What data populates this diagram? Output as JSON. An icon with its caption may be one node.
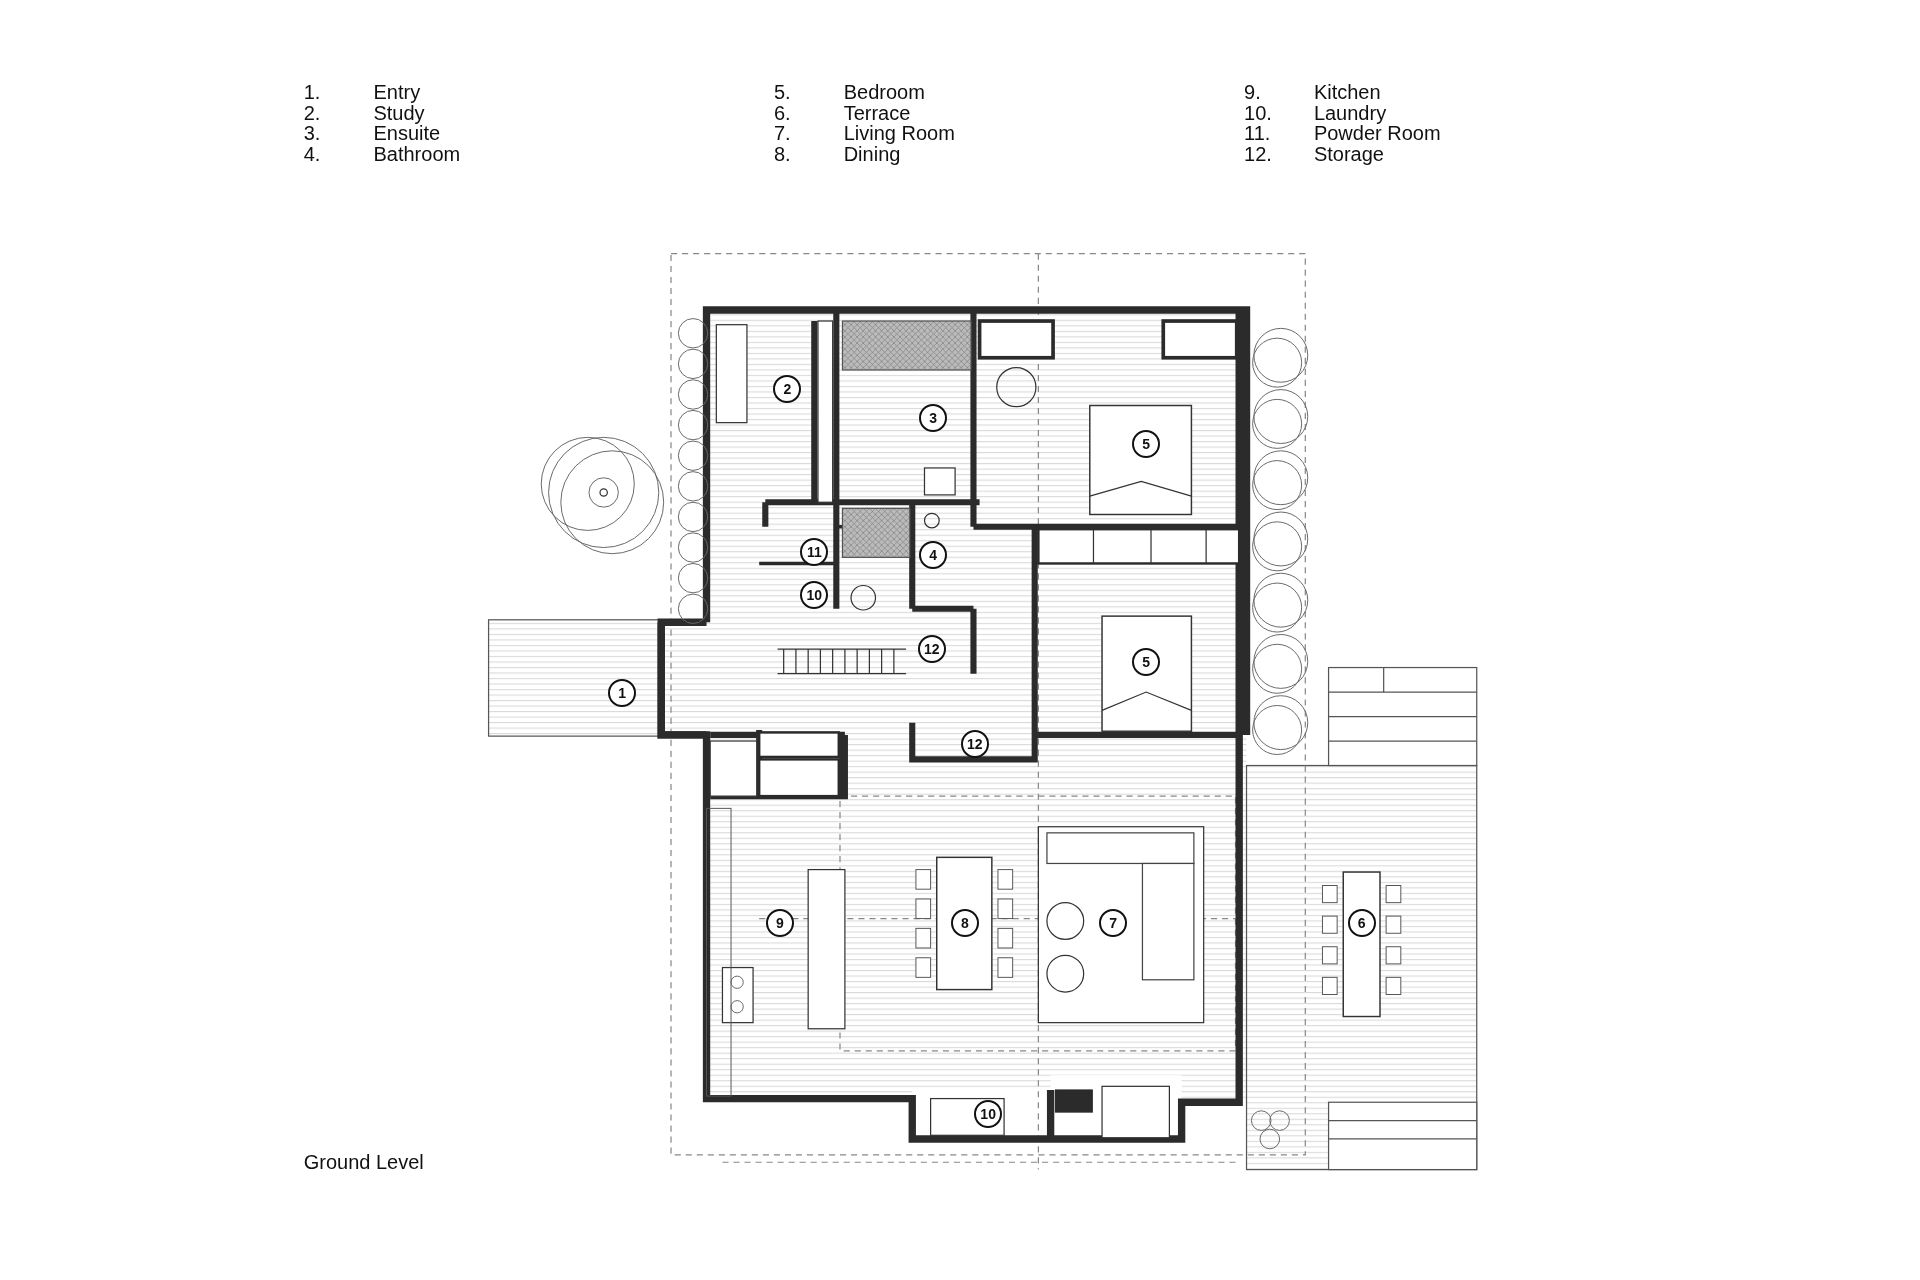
{
  "diagram": {
    "caption": "Ground Level",
    "labels": [
      "1.",
      "Entry",
      "2.",
      "Study",
      "3.",
      "Ensuite",
      "4.",
      "Bathroom",
      "5.",
      "Bedroom",
      "6.",
      "Terrace",
      "7.",
      "Living Room",
      "8.",
      "Dining",
      "9.",
      "Kitchen",
      "10.",
      "Laundry",
      "11.",
      "Powder Room",
      "12.",
      "Storage",
      "2",
      "3",
      "5",
      "11",
      "4",
      "10",
      "12",
      "5",
      "1",
      "12",
      "9",
      "8",
      "7",
      "6",
      "10"
    ]
  }
}
